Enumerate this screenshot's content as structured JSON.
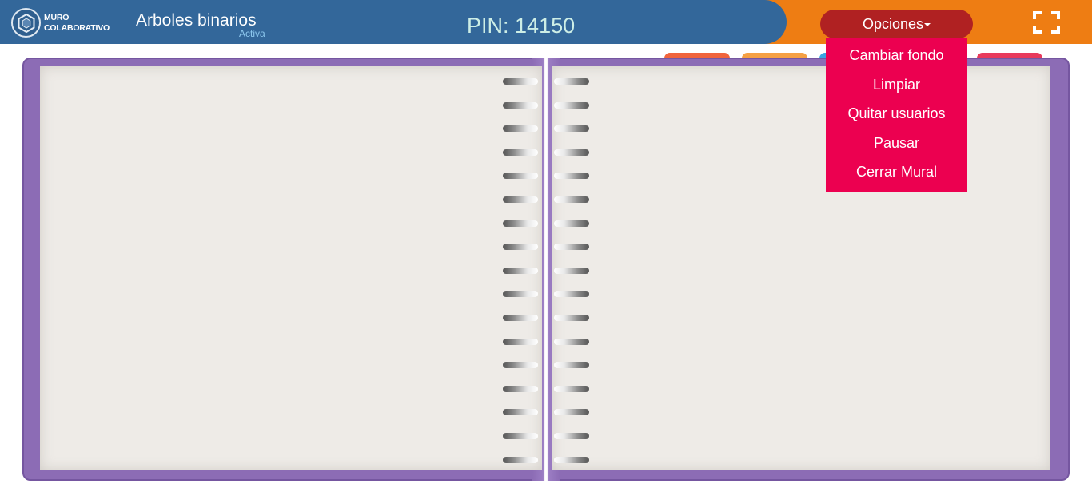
{
  "header": {
    "logo_line1": "MURO",
    "logo_line2": "COLABORATIVO",
    "title": "Arboles binarios",
    "status": "Activa",
    "pin_label": "PIN:",
    "pin_value": "14150",
    "options_label": "Opciones",
    "fullscreen_icon": "fullscreen-icon"
  },
  "menu": {
    "items": [
      {
        "label": "Cambiar fondo"
      },
      {
        "label": "Limpiar"
      },
      {
        "label": "Quitar usuarios"
      },
      {
        "label": "Pausar"
      },
      {
        "label": "Cerrar Mural"
      }
    ]
  },
  "notebook": {
    "tab_colors": [
      "#f0643c",
      "#f5a044",
      "#3aa5e0",
      "#9b5fc0",
      "#e83a5c"
    ]
  },
  "colors": {
    "header_blue": "#33679a",
    "header_orange": "#ee7d13",
    "options_button": "#b02122",
    "menu_background": "#ec0050",
    "cover_purple": "#8c6cb5",
    "page": "#eeebe7"
  }
}
